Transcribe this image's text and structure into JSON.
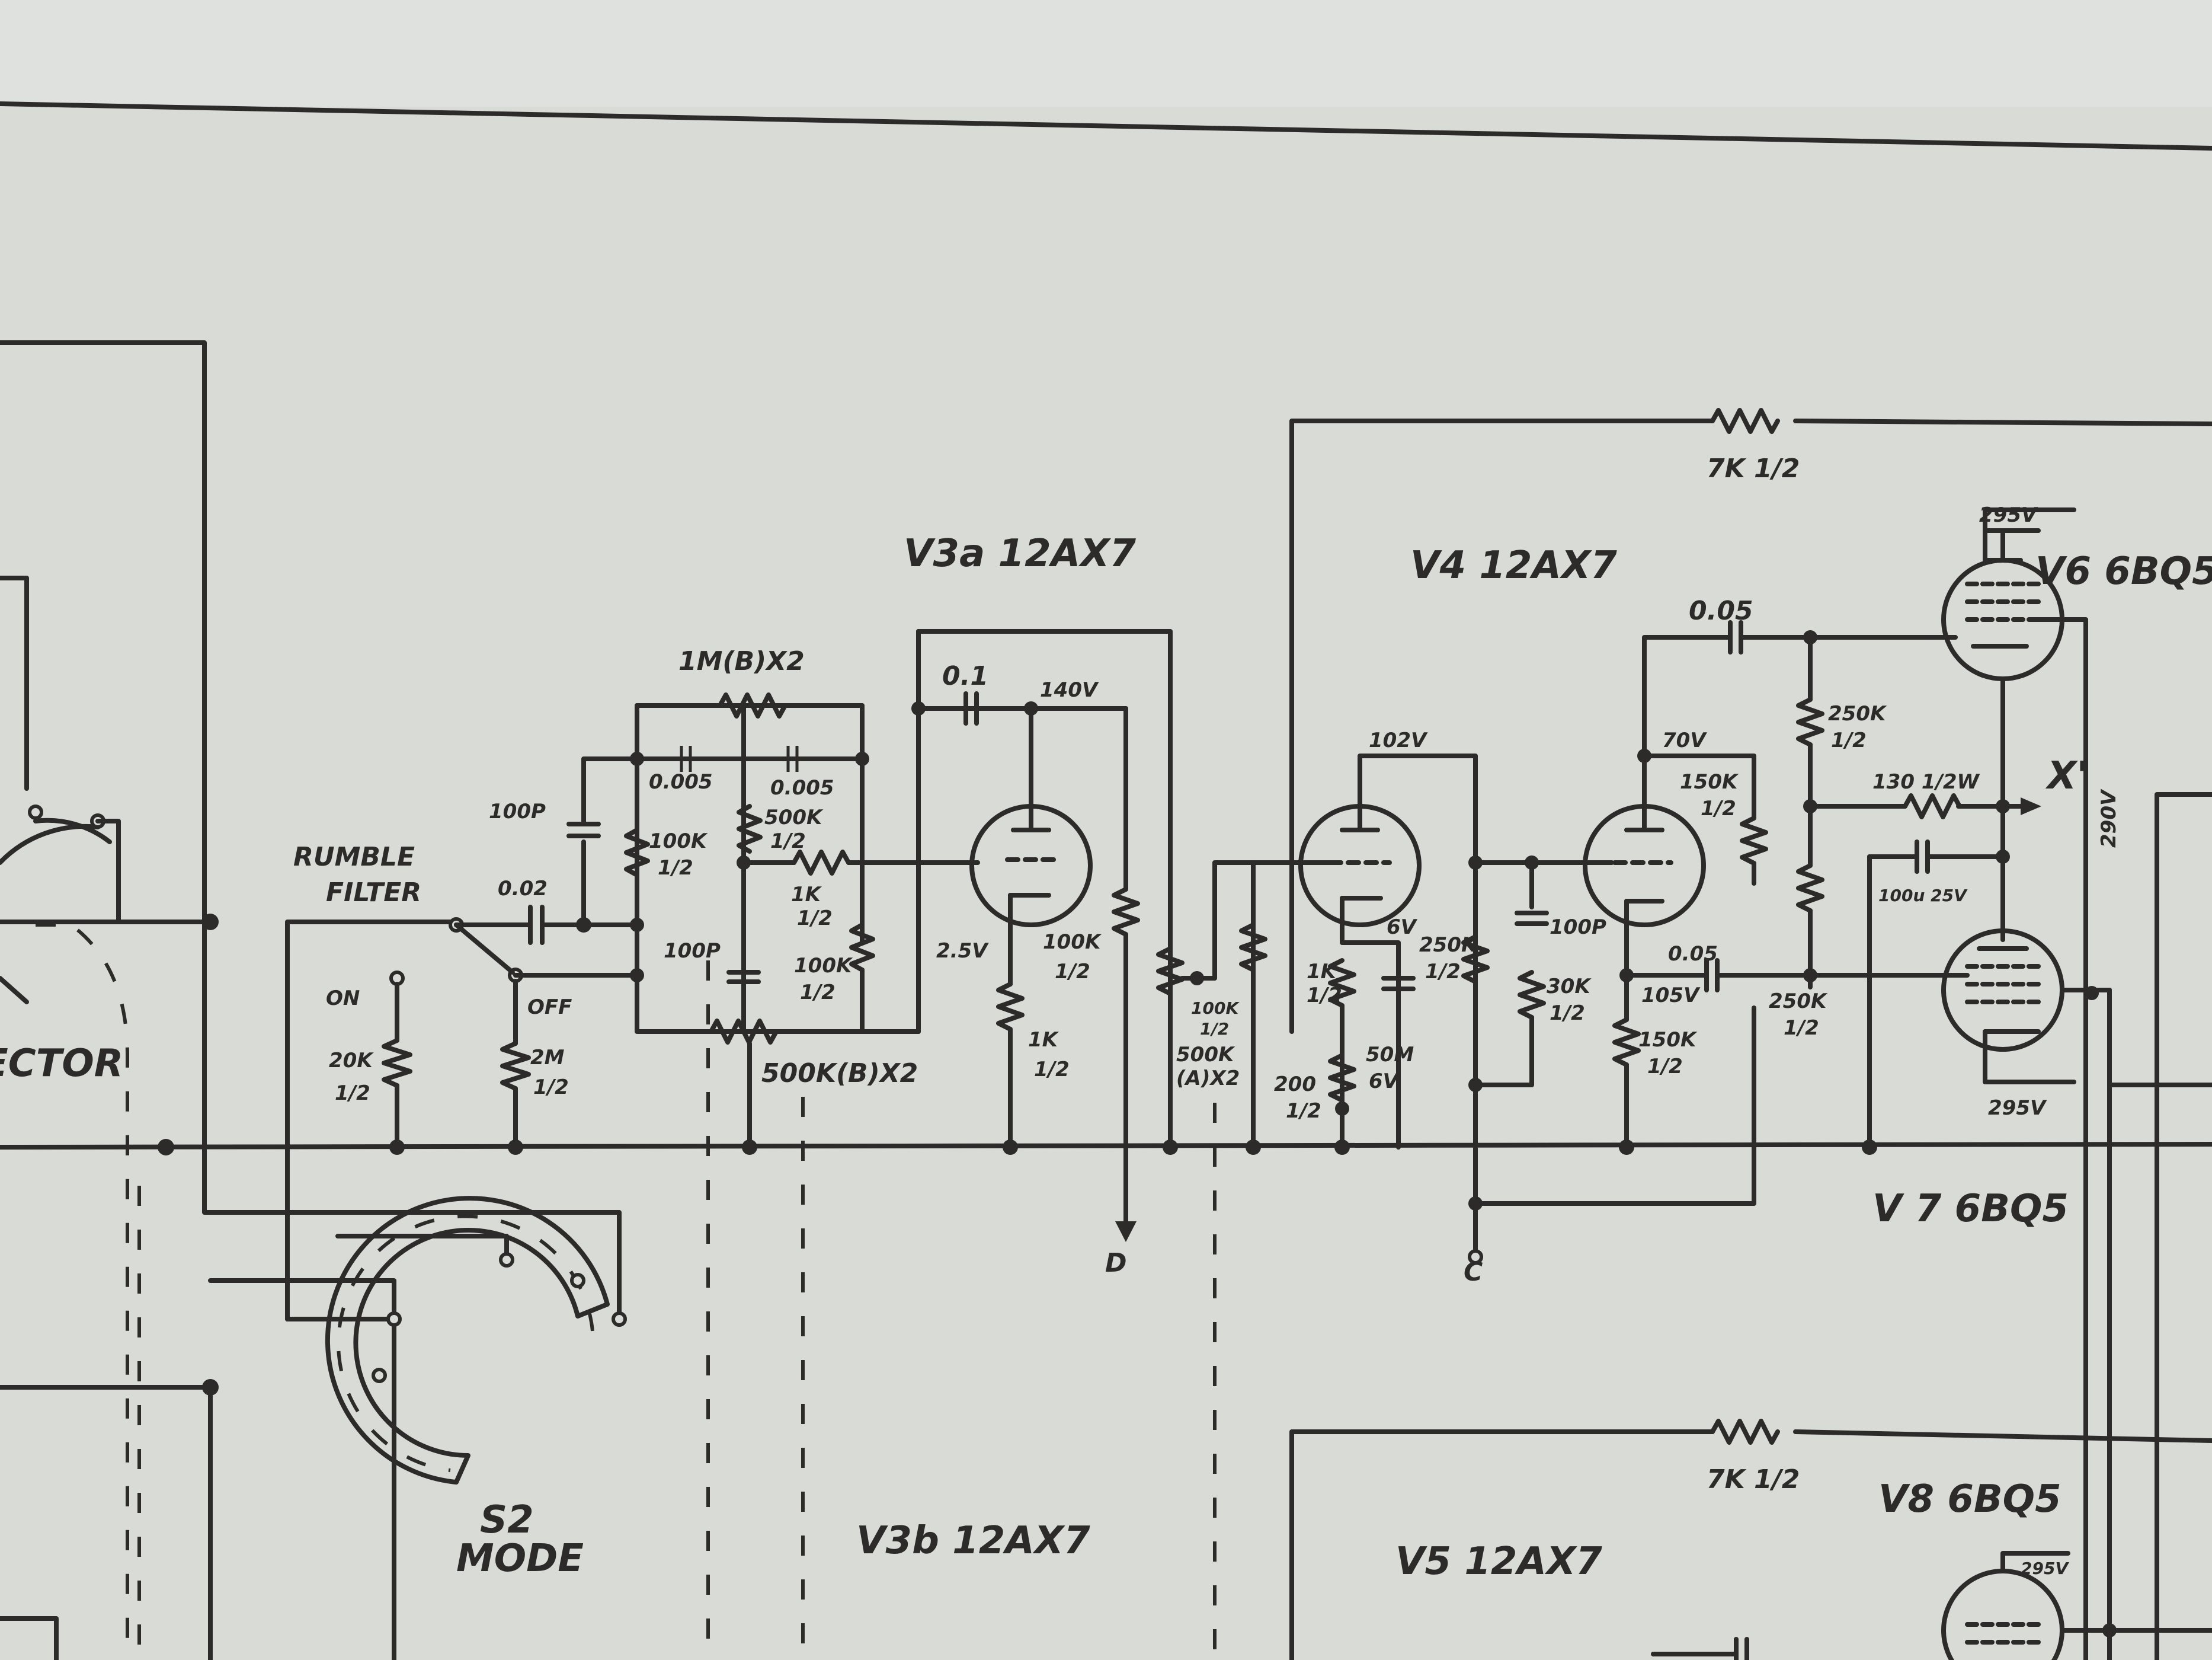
{
  "tubes": {
    "v3a": "V3a  12AX7",
    "v3b": "V3b  12AX7",
    "v4": "V4  12AX7",
    "v5": "V5  12AX7",
    "v6": "V6 6BQ5",
    "v7": "V 7 6BQ5",
    "v8": "V8  6BQ5"
  },
  "switches": {
    "rumble_filter": [
      "RUMBLE",
      "FILTER"
    ],
    "on": "ON",
    "off": "OFF",
    "s2_mode": [
      "S2",
      "MODE"
    ],
    "selector_partial": "ECTOR"
  },
  "components": {
    "r_1m_b": "1M(B)X2",
    "c_0005_a": "0.005",
    "c_0005_b": "0.005",
    "c_100p_a": "100P",
    "c_002": "0.02",
    "r_100k_a": "100K",
    "r_100k_a_w": "1/2",
    "r_500k_a": "500K",
    "r_500k_a_w": "1/2",
    "r_1k_a": "1K",
    "r_1k_a_w": "1/2",
    "c_100p_b": "100P",
    "r_100k_b": "100K",
    "r_100k_b_w": "1/2",
    "r_500k_b": "500K(B)X2",
    "r_20k": "20K",
    "r_20k_w": "1/2",
    "r_2m": "2M",
    "r_2m_w": "1/2",
    "c_01": "0.1",
    "v_140": "140V",
    "v_25": "2.5V",
    "r_100k_c": "100K",
    "r_100k_c_w": "1/2",
    "r_1k_b": "1K",
    "r_1k_b_w": "1/2",
    "out_d": "D",
    "r_100k_d": "100K",
    "r_100k_d_w": "1/2",
    "r_500k_c": "500K",
    "r_500k_c_w": "(A)X2",
    "r_7k_a": "7K 1/2",
    "v_102": "102V",
    "r_1k_c": "1K",
    "r_1k_c_w": "1/2",
    "c_50u": "50M",
    "c_50u_v": "6V",
    "v_6a": "6V",
    "r_250k_a": "250K",
    "r_250k_a_w": "1/2",
    "r_200": "200",
    "r_200_w": "1/2",
    "c_100p_c": "100P",
    "r_30k": "30K",
    "r_30k_w": "1/2",
    "out_c": "C",
    "c_005_a": "0.05",
    "v_70": "70V",
    "r_150k_a": "150K",
    "r_150k_a_w": "1/2",
    "v_105": "105V",
    "r_150k_b": "150K",
    "r_150k_b_w": "1/2",
    "c_005_b": "0.05",
    "r_250k_b": "250K",
    "r_250k_b_w": "1/2",
    "r_250k_c": "250K",
    "r_250k_c_w": "1/2",
    "r_130": "130 1/2W",
    "out_x": "X'",
    "c_100u": "100u 25V",
    "v_295_a": "295V",
    "v_295_b": "295V",
    "v_295_c": "295V",
    "v_290": "290V",
    "r_7k_b": "7K 1/2"
  }
}
